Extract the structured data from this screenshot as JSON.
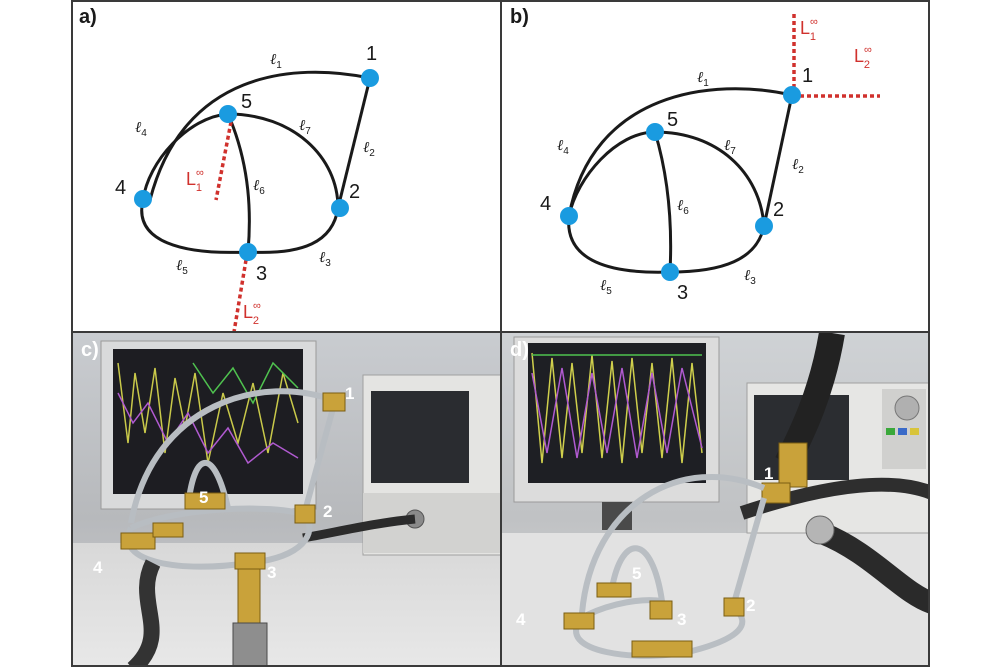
{
  "panels": {
    "a": {
      "label": "a)"
    },
    "b": {
      "label": "b)"
    },
    "c": {
      "label": "c)"
    },
    "d": {
      "label": "d)"
    }
  },
  "nodes": [
    "1",
    "2",
    "3",
    "4",
    "5"
  ],
  "edges": [
    {
      "sym": "ℓ",
      "sub": "1"
    },
    {
      "sym": "ℓ",
      "sub": "2"
    },
    {
      "sym": "ℓ",
      "sub": "3"
    },
    {
      "sym": "ℓ",
      "sub": "4"
    },
    {
      "sym": "ℓ",
      "sub": "5"
    },
    {
      "sym": "ℓ",
      "sub": "6"
    },
    {
      "sym": "ℓ",
      "sub": "7"
    }
  ],
  "leads": [
    {
      "sym": "L",
      "sup": "∞",
      "sub": "1"
    },
    {
      "sym": "L",
      "sup": "∞",
      "sub": "2"
    }
  ],
  "colors": {
    "node_fill": "#1a9be0",
    "edge_stroke": "#1a1a1a",
    "lead_stroke": "#d0312d",
    "panel_border": "#3a3a3a"
  }
}
